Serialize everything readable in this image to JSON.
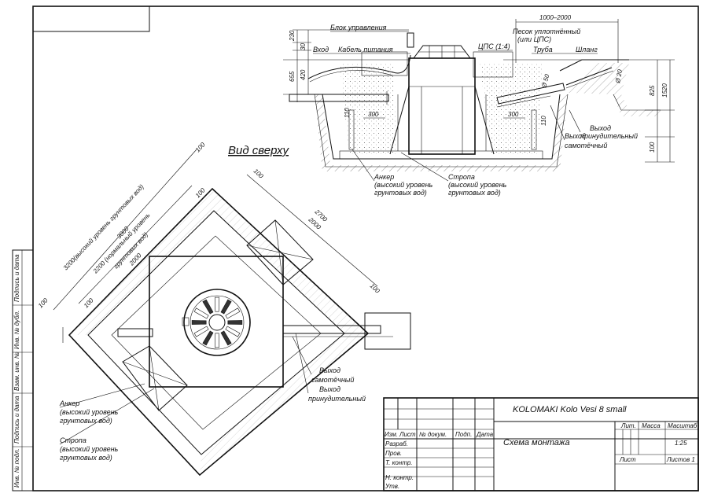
{
  "section": {
    "control_block": "Блок управления",
    "inlet": "Вход",
    "power_cable": "Кабель питания",
    "sand": "Песок уплотнённый",
    "sand2": "(или ЦПС)",
    "cps": "ЦПС (1:4)",
    "pipe": "Труба",
    "hose": "Шланг",
    "outlet_forced_1": "Выход",
    "outlet_forced_2": "принудительный",
    "outlet_gravity_1": "Выход",
    "outlet_gravity_2": "самотёчный",
    "anchor_1": "Анкер",
    "anchor_2": "(высокий уровень",
    "anchor_3": "грунтовых вод)",
    "strap_1": "Стропа",
    "strap_2": "(высокий уровень",
    "strap_3": "грунтовых вод)",
    "dims": {
      "d230": "230",
      "d30": "30",
      "d420": "420",
      "d655": "655",
      "d110": "110",
      "d300a": "300",
      "d300b": "300",
      "d1000_2000": "1000–2000",
      "d825": "825",
      "d1520": "1520",
      "d100": "100",
      "d50": "Ø 50",
      "d20": "Ø 20",
      "d110b": "110"
    }
  },
  "plan": {
    "title": "Вид сверху",
    "d3200": "3200(высокий уровень грунтовых вод)",
    "d3000": "3000",
    "d2200": "2200 (нормальный уровень",
    "d2200b": "грунтовых вод)",
    "d2000": "2000",
    "d2700": "2700",
    "d2000b": "2000",
    "d100a": "100",
    "d100b": "100",
    "d100c": "100",
    "d100d": "100",
    "d100e": "100",
    "d100f": "100",
    "outlet_gravity_1": "Выход",
    "outlet_gravity_2": "самотёчный",
    "outlet_forced_1": "Выход",
    "outlet_forced_2": "принудительный",
    "anchor_1": "Анкер",
    "anchor_2": "(высокий уровень",
    "anchor_3": "грунтовых вод)",
    "strap_1": "Стропа",
    "strap_2": "(высокий уровень",
    "strap_3": "грунтовых вод)"
  },
  "side_stamps": [
    "Подпись и дата",
    "Инв. № дубл.",
    "Взам. инв. №",
    "Подпись и дата",
    "Инв. № подл."
  ],
  "title_block": {
    "designation": "KOLOMAKI Kolo Vesi 8 small",
    "cols": [
      "Изм.",
      "Лист",
      "№ докум.",
      "Подп.",
      "Дата"
    ],
    "rows": [
      "Разраб.",
      "Пров.",
      "Т. контр.",
      "",
      "Н. контр.",
      "Утв."
    ],
    "drawing_name": "Схема монтажа",
    "lit": "Лит.",
    "mass": "Масса",
    "scale_label": "Масштаб",
    "scale": "1:25",
    "sheet": "Лист",
    "sheets": "Листов 1"
  }
}
